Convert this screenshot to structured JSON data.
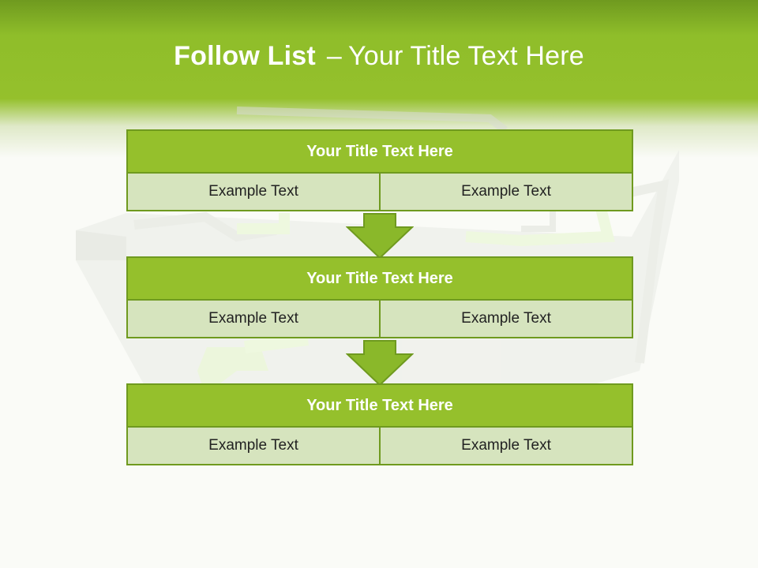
{
  "title": {
    "bold": "Follow List",
    "separator": "–",
    "rest": "Your Title Text Here"
  },
  "blocks": [
    {
      "title": "Your Title Text Here",
      "cells": [
        "Example Text",
        "Example Text"
      ]
    },
    {
      "title": "Your Title Text Here",
      "cells": [
        "Example Text",
        "Example Text"
      ]
    },
    {
      "title": "Your Title Text Here",
      "cells": [
        "Example Text",
        "Example Text"
      ]
    }
  ],
  "colors": {
    "accent": "#95c02c",
    "accent_dark": "#6f9a1f",
    "cell_fill": "#d6e4be",
    "background": "#fafbf7"
  }
}
